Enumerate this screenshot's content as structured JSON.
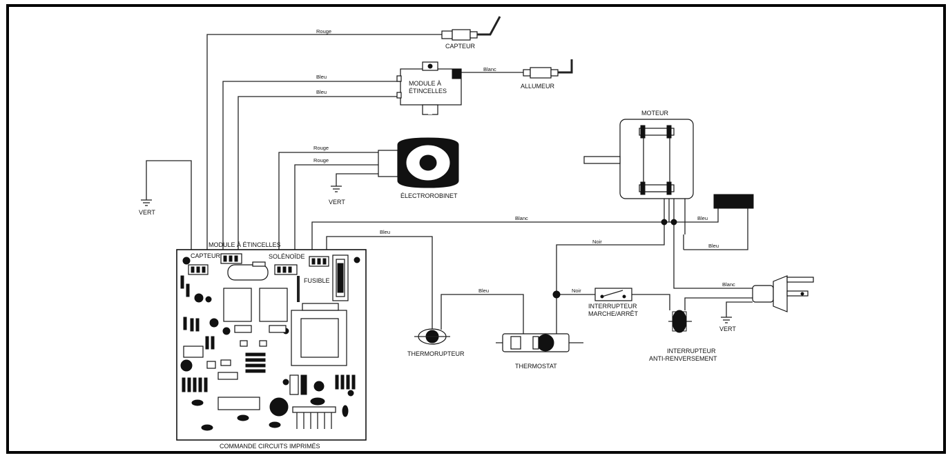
{
  "components": {
    "capteur": "CAPTEUR",
    "module": [
      "MODULE À",
      "ÉTINCELLES"
    ],
    "allumeur": "ALLUMEUR",
    "electrorobinet": "ÉLECTROROBINET",
    "moteur": "MOTEUR",
    "thermorupteur": "THERMORUPTEUR",
    "thermostat": "THERMOSTAT",
    "interrupteur_marche": [
      "INTERRUPTEUR",
      "MARCHE/ARRÊT"
    ],
    "interrupteur_anti": [
      "INTERRUPTEUR",
      "ANTI-RENVERSEMENT"
    ],
    "commande": "COMMANDE CIRCUITS IMPRIMÉS"
  },
  "board_labels": {
    "capteur": "CAPTEUR",
    "module": "MODULE À ÉTINCELLES",
    "solenoide": "SOLÉNOÏDE",
    "fusible": "FUSIBLE"
  },
  "ground_labels": {
    "left": "VERT",
    "valve": "VERT",
    "plug": "VERT"
  },
  "wire_colors": {
    "rouge_capteur": "Rouge",
    "bleu_module_1": "Bleu",
    "bleu_module_2": "Bleu",
    "blanc_allumeur": "Blanc",
    "rouge_valve_1": "Rouge",
    "rouge_valve_2": "Rouge",
    "blanc_moteur": "Blanc",
    "bleu_thermo": "Bleu",
    "noir_1": "Noir",
    "bleu_moteur": "Bleu",
    "bleu_block": "Bleu",
    "bleu_thermostat": "Bleu",
    "noir_2": "Noir",
    "blanc_plug": "Blanc"
  }
}
